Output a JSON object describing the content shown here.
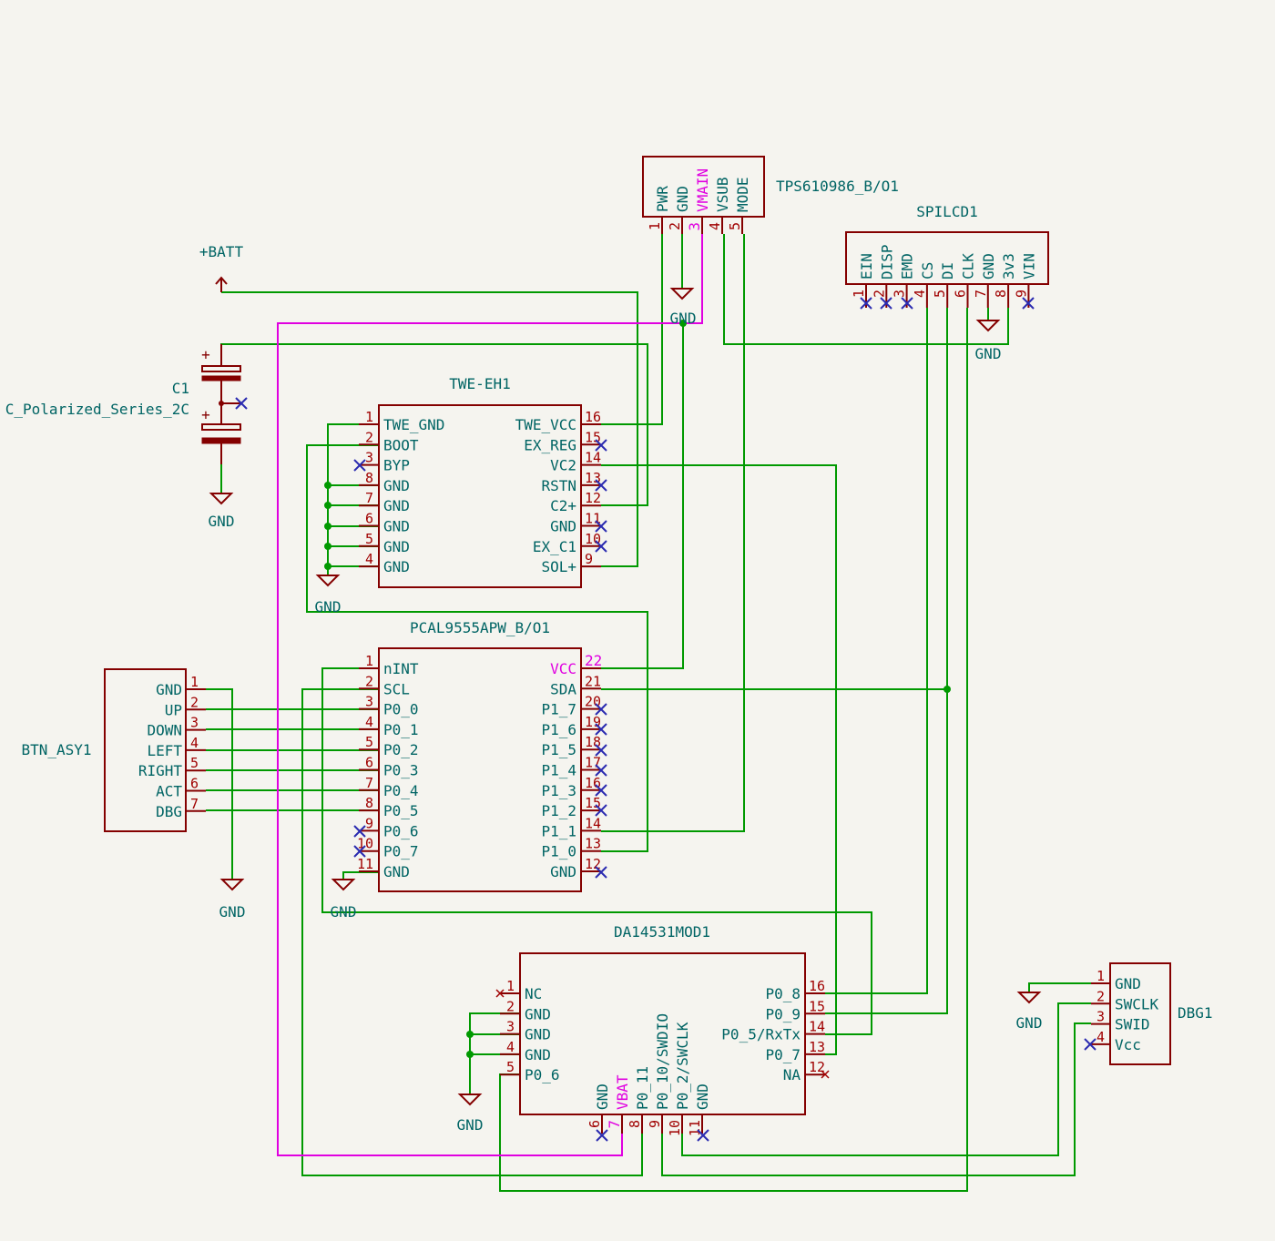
{
  "colors": {
    "background": "#f5f4ef",
    "wire": "#009900",
    "wire_power": "#e000e0",
    "symbol": "#840000",
    "text": "#006464",
    "pin_number": "#a00000",
    "no_connect": "#2b2bb0"
  },
  "labels": {
    "batt": "+BATT",
    "gnd": "GND",
    "c1_ref": "C1",
    "c1_value": "C_Polarized_Series_2C",
    "twe_ref": "TWE-EH1",
    "tps_ref": "TPS610986_B/O1",
    "spilcd_ref": "SPILCD1",
    "pcal_ref": "PCAL9555APW_B/O1",
    "btn_ref": "BTN_ASY1",
    "da_ref": "DA14531MOD1",
    "dbg_ref": "DBG1"
  },
  "tps": {
    "pins": [
      {
        "num": "1",
        "name": "PWR"
      },
      {
        "num": "2",
        "name": "GND"
      },
      {
        "num": "3",
        "name": "VMAIN"
      },
      {
        "num": "4",
        "name": "VSUB"
      },
      {
        "num": "5",
        "name": "MODE"
      }
    ]
  },
  "spilcd": {
    "pins": [
      {
        "num": "1",
        "name": "EIN"
      },
      {
        "num": "2",
        "name": "DISP"
      },
      {
        "num": "3",
        "name": "EMD"
      },
      {
        "num": "4",
        "name": "CS"
      },
      {
        "num": "5",
        "name": "DI"
      },
      {
        "num": "6",
        "name": "CLK"
      },
      {
        "num": "7",
        "name": "GND"
      },
      {
        "num": "8",
        "name": "3v3"
      },
      {
        "num": "9",
        "name": "VIN"
      }
    ]
  },
  "twe": {
    "left": [
      {
        "num": "1",
        "name": "TWE_GND"
      },
      {
        "num": "2",
        "name": "BOOT"
      },
      {
        "num": "3",
        "name": "BYP"
      },
      {
        "num": "8",
        "name": "GND"
      },
      {
        "num": "7",
        "name": "GND"
      },
      {
        "num": "6",
        "name": "GND"
      },
      {
        "num": "5",
        "name": "GND"
      },
      {
        "num": "4",
        "name": "GND"
      }
    ],
    "right": [
      {
        "num": "16",
        "name": "TWE_VCC"
      },
      {
        "num": "15",
        "name": "EX_REG"
      },
      {
        "num": "14",
        "name": "VC2"
      },
      {
        "num": "13",
        "name": "RSTN"
      },
      {
        "num": "12",
        "name": "C2+"
      },
      {
        "num": "11",
        "name": "GND"
      },
      {
        "num": "10",
        "name": "EX_C1"
      },
      {
        "num": "9",
        "name": "SOL+"
      }
    ]
  },
  "pcal": {
    "left": [
      {
        "num": "1",
        "name": "nINT"
      },
      {
        "num": "2",
        "name": "SCL"
      },
      {
        "num": "3",
        "name": "P0_0"
      },
      {
        "num": "4",
        "name": "P0_1"
      },
      {
        "num": "5",
        "name": "P0_2"
      },
      {
        "num": "6",
        "name": "P0_3"
      },
      {
        "num": "7",
        "name": "P0_4"
      },
      {
        "num": "8",
        "name": "P0_5"
      },
      {
        "num": "9",
        "name": "P0_6"
      },
      {
        "num": "10",
        "name": "P0_7"
      },
      {
        "num": "11",
        "name": "GND"
      }
    ],
    "right": [
      {
        "num": "22",
        "name": "VCC"
      },
      {
        "num": "21",
        "name": "SDA"
      },
      {
        "num": "20",
        "name": "P1_7"
      },
      {
        "num": "19",
        "name": "P1_6"
      },
      {
        "num": "18",
        "name": "P1_5"
      },
      {
        "num": "17",
        "name": "P1_4"
      },
      {
        "num": "16",
        "name": "P1_3"
      },
      {
        "num": "15",
        "name": "P1_2"
      },
      {
        "num": "14",
        "name": "P1_1"
      },
      {
        "num": "13",
        "name": "P1_0"
      },
      {
        "num": "12",
        "name": "GND"
      }
    ]
  },
  "btn": {
    "pins": [
      {
        "num": "1",
        "name": "GND"
      },
      {
        "num": "2",
        "name": "UP"
      },
      {
        "num": "3",
        "name": "DOWN"
      },
      {
        "num": "4",
        "name": "LEFT"
      },
      {
        "num": "5",
        "name": "RIGHT"
      },
      {
        "num": "6",
        "name": "ACT"
      },
      {
        "num": "7",
        "name": "DBG"
      }
    ]
  },
  "da": {
    "left": [
      {
        "num": "1",
        "name": "NC"
      },
      {
        "num": "2",
        "name": "GND"
      },
      {
        "num": "3",
        "name": "GND"
      },
      {
        "num": "4",
        "name": "GND"
      },
      {
        "num": "5",
        "name": "P0_6"
      }
    ],
    "right": [
      {
        "num": "16",
        "name": "P0_8"
      },
      {
        "num": "15",
        "name": "P0_9"
      },
      {
        "num": "14",
        "name": "P0_5/RxTx"
      },
      {
        "num": "13",
        "name": "P0_7"
      },
      {
        "num": "12",
        "name": "NA"
      }
    ],
    "bottom": [
      {
        "num": "6",
        "name": "GND"
      },
      {
        "num": "7",
        "name": "VBAT"
      },
      {
        "num": "8",
        "name": "P0_11"
      },
      {
        "num": "9",
        "name": "P0_10/SWDIO"
      },
      {
        "num": "10",
        "name": "P0_2/SWCLK"
      },
      {
        "num": "11",
        "name": "GND"
      }
    ]
  },
  "dbg": {
    "pins": [
      {
        "num": "1",
        "name": "GND"
      },
      {
        "num": "2",
        "name": "SWCLK"
      },
      {
        "num": "3",
        "name": "SWID"
      },
      {
        "num": "4",
        "name": "Vcc"
      }
    ]
  }
}
